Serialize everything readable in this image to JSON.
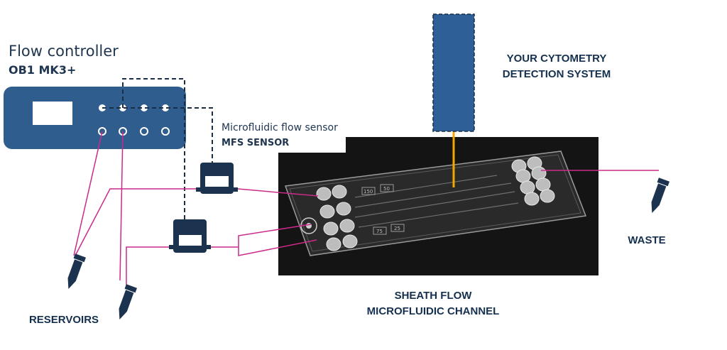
{
  "flow_controller": {
    "title": "Flow controller",
    "model": "OB1 MK3+"
  },
  "flow_sensor": {
    "title": "Microfluidic flow sensor",
    "model": "MFS SENSOR"
  },
  "detection": {
    "line1": "YOUR CYTOMETRY",
    "line2": "DETECTION SYSTEM"
  },
  "chip": {
    "line1": "SHEATH FLOW",
    "line2": "MICROFLUIDIC CHANNEL",
    "marks": [
      "150",
      "50",
      "75",
      "25"
    ]
  },
  "waste": {
    "label": "WASTE"
  },
  "reservoirs": {
    "label": "RESERVOIRS"
  },
  "colors": {
    "device_blue": "#2f5d8e",
    "detector_blue": "#2e5f96",
    "tube_pink": "#cc2a8a",
    "beam_orange": "#f2a600",
    "text_navy": "#1f3550",
    "chip_bg": "#141414"
  }
}
